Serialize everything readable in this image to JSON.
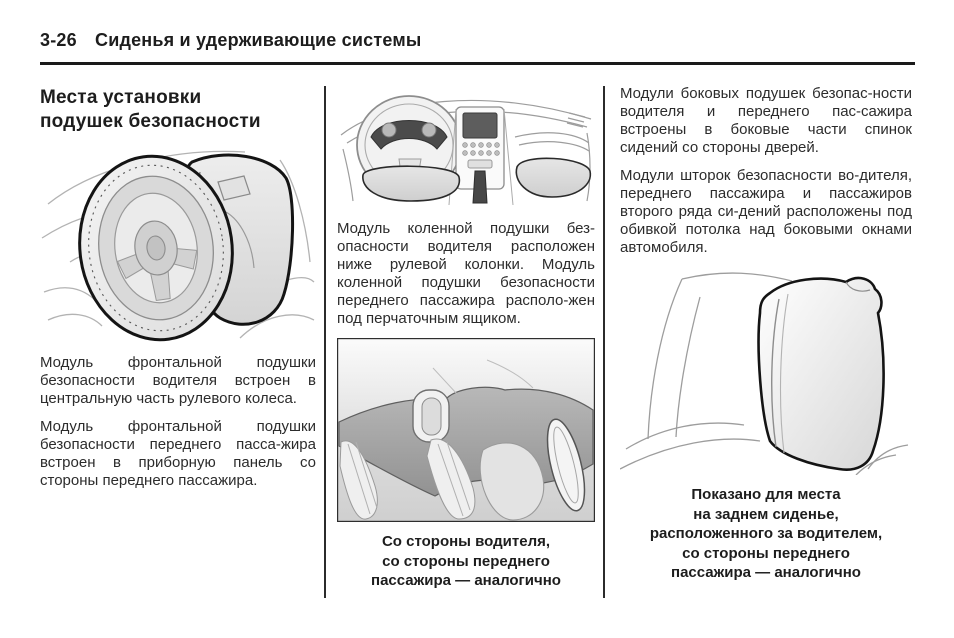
{
  "header": {
    "page_number": "3-26",
    "title": "Сиденья и удерживающие системы"
  },
  "left_column": {
    "heading": "Места установки\nподушек безопасности",
    "figure_name": "frontal-airbags-steering-wheel-and-dashboard",
    "paragraphs": [
      "Модуль фронтальной подушки безопасности водителя встроен в центральную часть рулевого колеса.",
      "Модуль фронтальной подушки безопасности переднего пасса-жира встроен в приборную панель со стороны переднего пассажира."
    ]
  },
  "middle_column": {
    "figure_top_name": "instrument-panel-knee-airbag-locations",
    "paragraph": "Модуль коленной подушки без-опасности водителя расположен ниже рулевой колонки. Модуль коленной подушки безопасности переднего пассажира располо-жен под перчаточным ящиком.",
    "figure_bottom_name": "knee-airbags-side-view",
    "caption": "Со стороны водителя,\nсо стороны переднего\nпассажира — аналогично"
  },
  "right_column": {
    "paragraphs": [
      "Модули боковых подушек безопас-ности водителя и переднего пас-сажира встроены в боковые части спинок сидений со стороны дверей.",
      "Модули шторок безопасности во-дителя, переднего пассажира и пассажиров второго ряда си-дений расположены под обивкой потолка над боковыми окнами автомобиля."
    ],
    "figure_name": "seat-mounted-side-airbag",
    "caption": "Показано для места\nна заднем сиденье,\nрасположенного за водителем,\nсо стороны переднего\nпассажира — аналогично"
  },
  "colors": {
    "text": "#2c2c2c",
    "heading": "#1d1d1d",
    "rule": "#1a1a1a",
    "airbag_outline": "#141414",
    "lineart": "#9d9d9d",
    "shade": "#d9d9d9"
  }
}
